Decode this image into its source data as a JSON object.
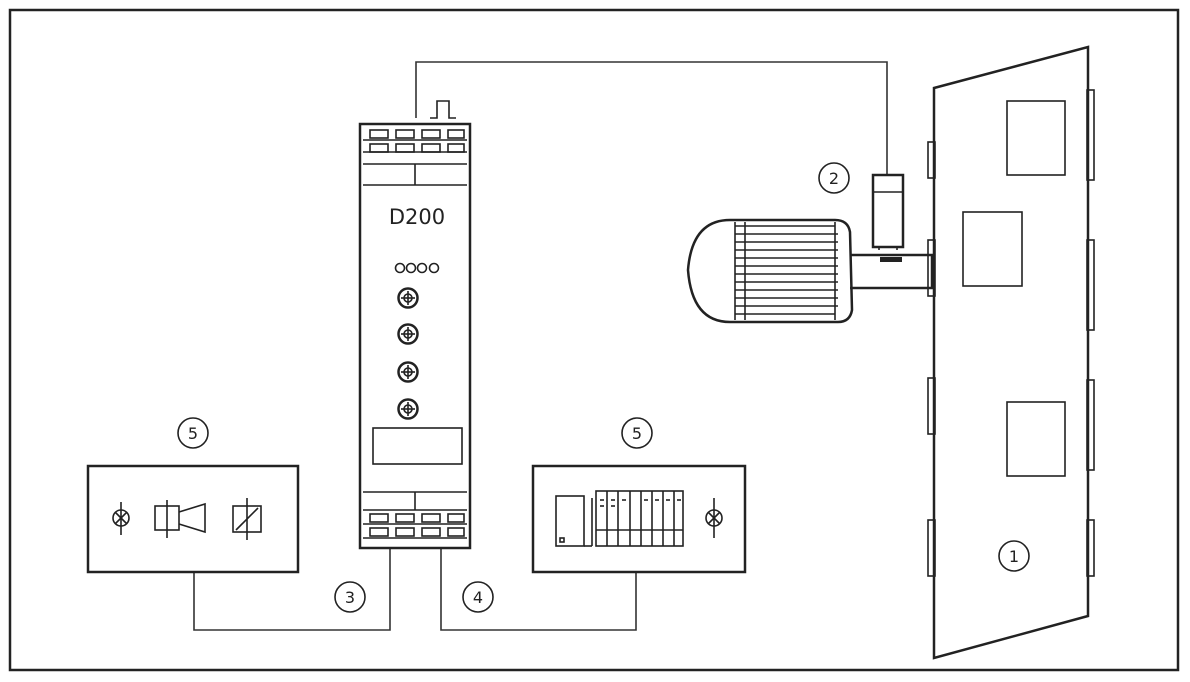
{
  "device": {
    "model_label": "D200"
  },
  "callouts": {
    "machine": "1",
    "sensor": "2",
    "output_left": "3",
    "output_right": "4",
    "receiver_left": "5",
    "receiver_right": "5"
  },
  "colors": {
    "stroke": "#222222",
    "fill_gray": "#d4d4d4",
    "background": "#ffffff"
  }
}
